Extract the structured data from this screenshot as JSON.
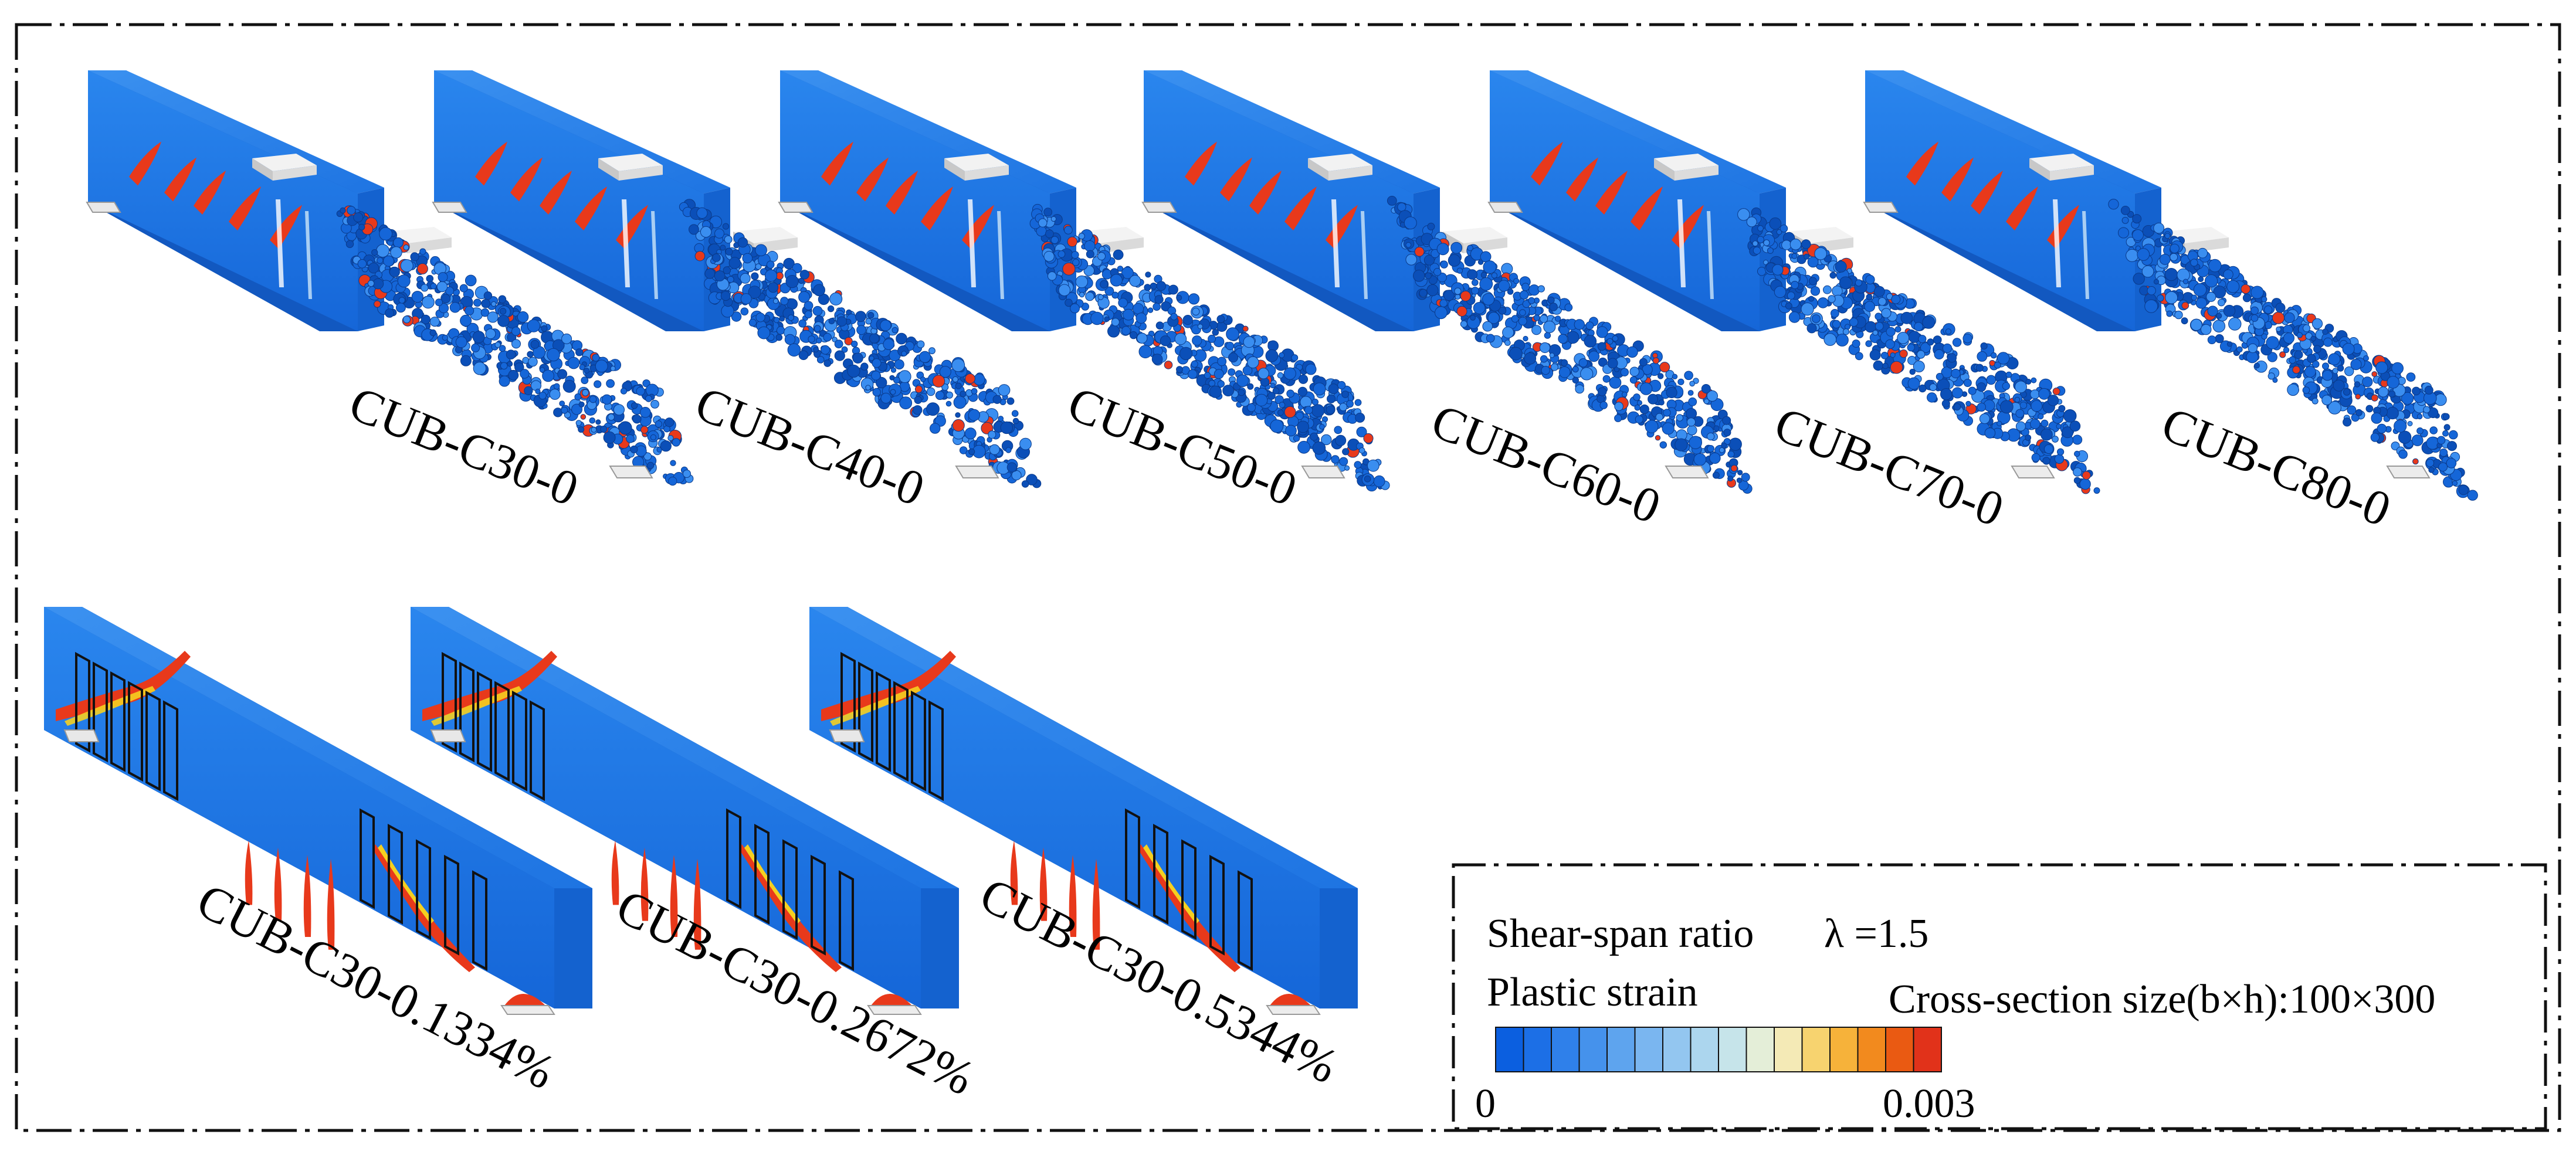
{
  "top_row": {
    "specimens": [
      {
        "label": "CUB-C30-0"
      },
      {
        "label": "CUB-C40-0"
      },
      {
        "label": "CUB-C50-0"
      },
      {
        "label": "CUB-C60-0"
      },
      {
        "label": "CUB-C70-0"
      },
      {
        "label": "CUB-C80-0"
      }
    ]
  },
  "bottom_row": {
    "specimens": [
      {
        "label": "CUB-C30-0.1334%"
      },
      {
        "label": "CUB-C30-0.2672%"
      },
      {
        "label": "CUB-C30-0.5344%"
      }
    ]
  },
  "legend": {
    "shear_span_label": "Shear-span ratio",
    "lambda_value": "λ =1.5",
    "plastic_strain_label": "Plastic strain",
    "cross_section_label": "Cross-section size(b×h):100×300",
    "min_label": "0",
    "max_label": "0.003",
    "colors": [
      "#0b5fe0",
      "#1c6fe6",
      "#2f80ea",
      "#4592ec",
      "#5ea4ee",
      "#7ab6f0",
      "#93c6f0",
      "#acd6ee",
      "#c6e4ea",
      "#e4eed8",
      "#f4eab6",
      "#f7d36f",
      "#f6b23a",
      "#f28a1e",
      "#ea5a12",
      "#e1321a"
    ]
  },
  "colors": {
    "concrete_blue": "#1b74e4",
    "concrete_dark": "#1258c0",
    "crack_red": "#e8391b",
    "crack_yellow": "#f5d020",
    "frame": "#111111"
  }
}
